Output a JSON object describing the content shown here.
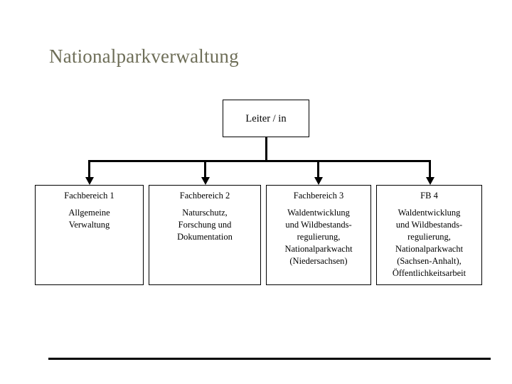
{
  "slide": {
    "title": "Nationalparkverwaltung",
    "title_color": "#6e6e58",
    "background_color": "#ffffff",
    "line_color": "#000000",
    "text_color": "#000000"
  },
  "org_chart": {
    "root": {
      "label": "Leiter / in"
    },
    "departments": [
      {
        "header": "Fachbereich 1",
        "body": "Allgemeine\nVerwaltung"
      },
      {
        "header": "Fachbereich 2",
        "body": "Naturschutz,\nForschung und\nDokumentation"
      },
      {
        "header": "Fachbereich 3",
        "body": "Waldentwicklung\nund Wildbestands-\nregulierung,\nNationalparkwacht\n(Niedersachsen)"
      },
      {
        "header": "FB 4",
        "body": "Waldentwicklung\nund Wildbestands-\nregulierung,\nNationalparkwacht\n(Sachsen-Anhalt),\nÖffentlichkeitsarbeit"
      }
    ]
  },
  "footer": {
    "rule_color": "#000000"
  }
}
